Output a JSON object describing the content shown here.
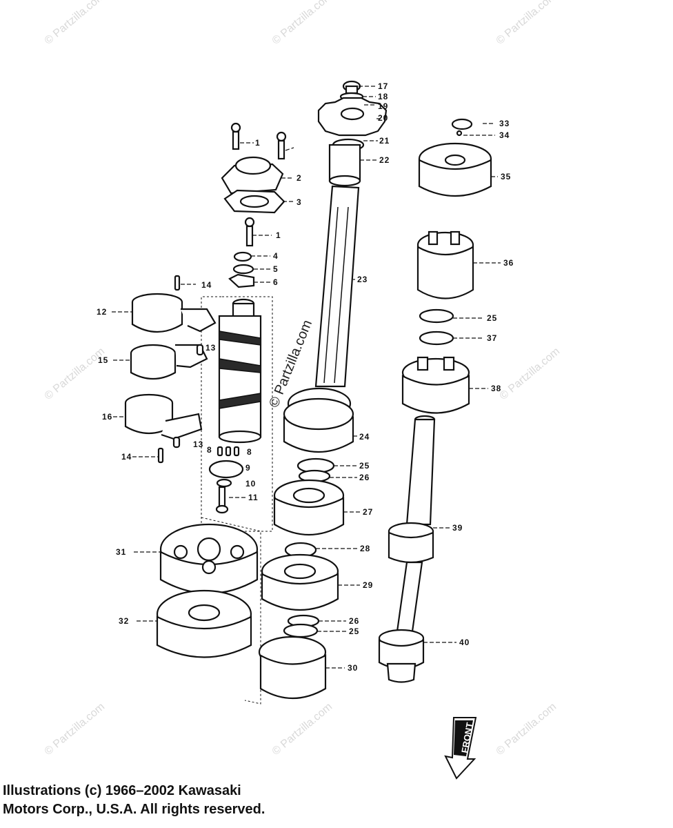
{
  "watermark": {
    "brand_text": "© Partzilla.com",
    "center_text": "© Partzilla.com"
  },
  "copyright": {
    "line1": "Illustrations (c) 1966–2002 Kawasaki",
    "line2": "Motors Corp., U.S.A.  All rights reserved."
  },
  "front_marker": {
    "label": "FRONT"
  },
  "callouts": {
    "c1a": "1",
    "c1b": "1",
    "c2": "2",
    "c3": "3",
    "c4": "4",
    "c5": "5",
    "c6": "6",
    "c8a": "8",
    "c8b": "8",
    "c9": "9",
    "c10": "10",
    "c11": "11",
    "c12": "12",
    "c13a": "13",
    "c13b": "13",
    "c14a": "14",
    "c14b": "14",
    "c15": "15",
    "c16": "16",
    "c17": "17",
    "c18": "18",
    "c19": "19",
    "c20": "20",
    "c21": "21",
    "c22": "22",
    "c23": "23",
    "c24": "24",
    "c25a": "25",
    "c25b": "25",
    "c25c": "25",
    "c26a": "26",
    "c26b": "26",
    "c27": "27",
    "c28": "28",
    "c29": "29",
    "c30": "30",
    "c31": "31",
    "c32": "32",
    "c33": "33",
    "c34": "34",
    "c35": "35",
    "c36": "36",
    "c37": "37",
    "c38": "38",
    "c39": "39",
    "c40": "40"
  },
  "colors": {
    "ink": "#111111",
    "watermark": "#d9d9d9",
    "background": "#ffffff"
  }
}
